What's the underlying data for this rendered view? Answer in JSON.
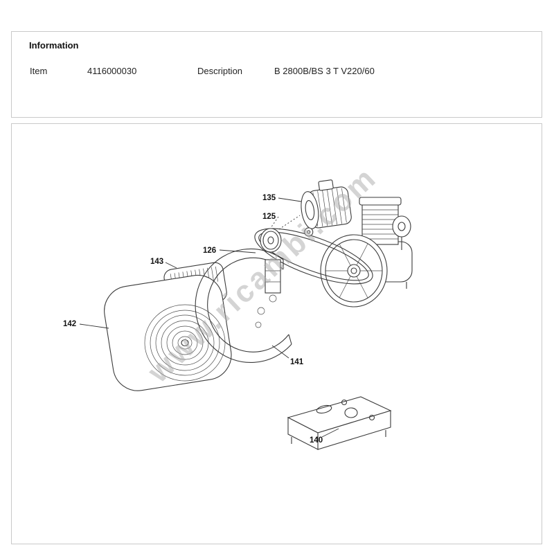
{
  "info_panel": {
    "title": "Information",
    "item_label": "Item",
    "item_value": "4116000030",
    "description_label": "Description",
    "description_value": "B 2800B/BS 3 T V220/60"
  },
  "diagram": {
    "watermark": "www.ricambi.com",
    "parts": [
      {
        "number": "135",
        "name": "electric-motor"
      },
      {
        "number": "125",
        "name": "motor-pulley"
      },
      {
        "number": "126",
        "name": "drive-belt"
      },
      {
        "number": "143",
        "name": "rear-grille-panel"
      },
      {
        "number": "142",
        "name": "fan-cover"
      },
      {
        "number": "141",
        "name": "belt-guard"
      },
      {
        "number": "140",
        "name": "base-frame"
      }
    ]
  }
}
